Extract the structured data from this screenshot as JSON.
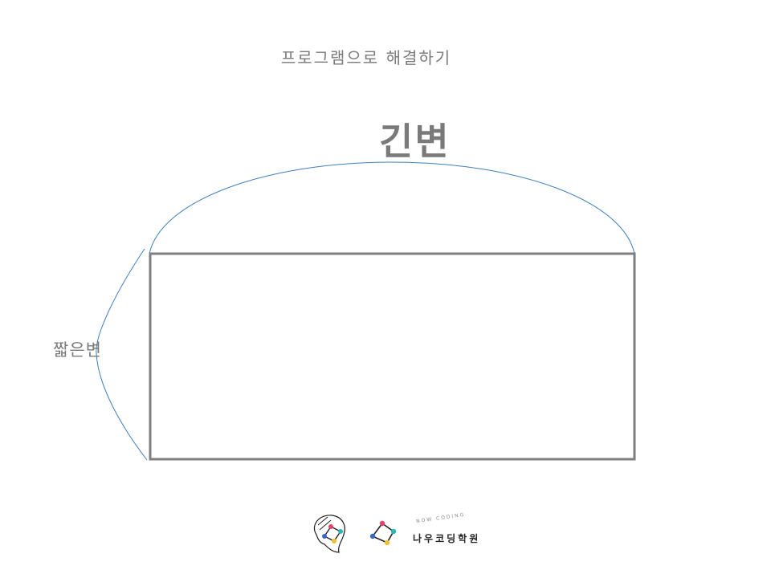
{
  "header": {
    "title": "프로그램으로 해결하기"
  },
  "diagram": {
    "long_side_label": "긴변",
    "short_side_label": "짧은변",
    "colors": {
      "rectangle_stroke": "#7f7f7f",
      "brace_stroke": "#3f7fc0",
      "label_text": "#7a7a7a"
    }
  },
  "footer": {
    "logo": {
      "name_korean": "나우코딩학원",
      "name_english": "NOW CODING",
      "icon": "nowcoding-logo-icon",
      "colors": {
        "pink": "#e8406a",
        "teal": "#2bb8b0",
        "blue": "#3a68c8",
        "yellow": "#f2c12e",
        "dark": "#222222"
      }
    }
  }
}
